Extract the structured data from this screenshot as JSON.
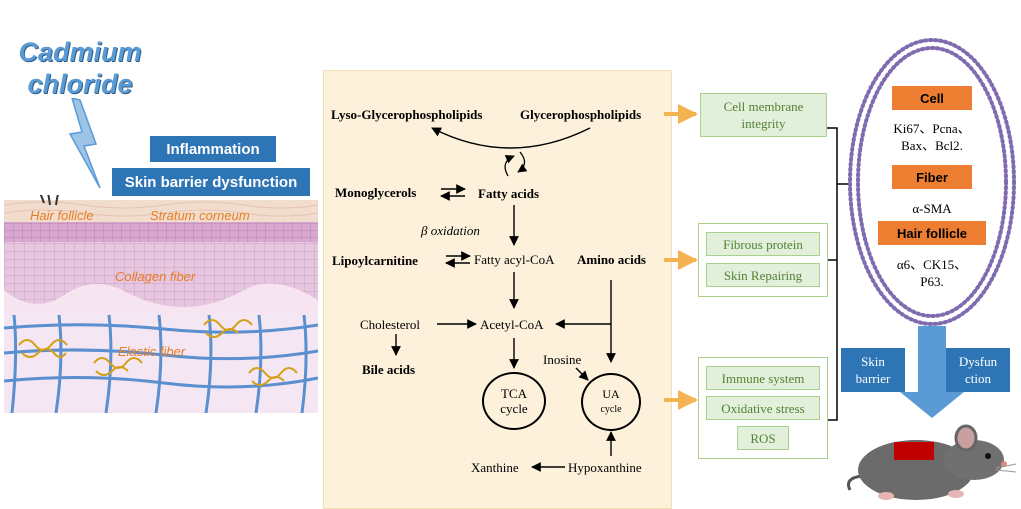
{
  "left": {
    "title": "Cadmium\nchloride",
    "inflammation": "Inflammation",
    "skin_barrier": "Skin barrier dysfunction",
    "hair_follicle": "Hair follicle",
    "stratum_corneum": "Stratum corneum",
    "collagen_fiber": "Collagen fiber",
    "elastic_fiber": "Elastic fiber"
  },
  "pathway": {
    "lyso_gp": "Lyso-Glycerophospholipids",
    "gp": "Glycerophospholipids",
    "monoglycerols": "Monoglycerols",
    "fatty_acids": "Fatty acids",
    "beta_ox": "β oxidation",
    "lipoylcarnitine": "Lipoylcarnitine",
    "fatty_acyl_coa": "Fatty acyl-CoA",
    "amino_acids": "Amino acids",
    "cholesterol": "Cholesterol",
    "acetyl_coa": "Acetyl-CoA",
    "bile_acids": "Bile acids",
    "inosine": "Inosine",
    "tca": "TCA\ncycle",
    "ua": "UA",
    "ua_sub": "cycle",
    "xanthine": "Xanthine",
    "hypoxanthine": "Hypoxanthine"
  },
  "effects": {
    "cell_membrane": "Cell membrane\nintegrity",
    "fibrous_protein": "Fibrous protein",
    "skin_repairing": "Skin Repairing",
    "immune": "Immune system",
    "oxidative": "Oxidative stress",
    "ros": "ROS"
  },
  "markers": {
    "cell": "Cell",
    "cell_list": "Ki67、Pcna、\n Bax、Bcl2.",
    "fiber": "Fiber",
    "fiber_list": "α-SMA",
    "hair": "Hair follicle",
    "hair_list": "α6、CK15、\nP63."
  },
  "outcome": {
    "skin_barrier": "Skin\nbarrier",
    "dysfunction": "Dysfun\nction"
  },
  "colors": {
    "blue": "#2e75b6",
    "orange": "#ed7d31",
    "green": "#548235",
    "panel": "#fdf1dc",
    "purple": "#7f6bb0"
  }
}
